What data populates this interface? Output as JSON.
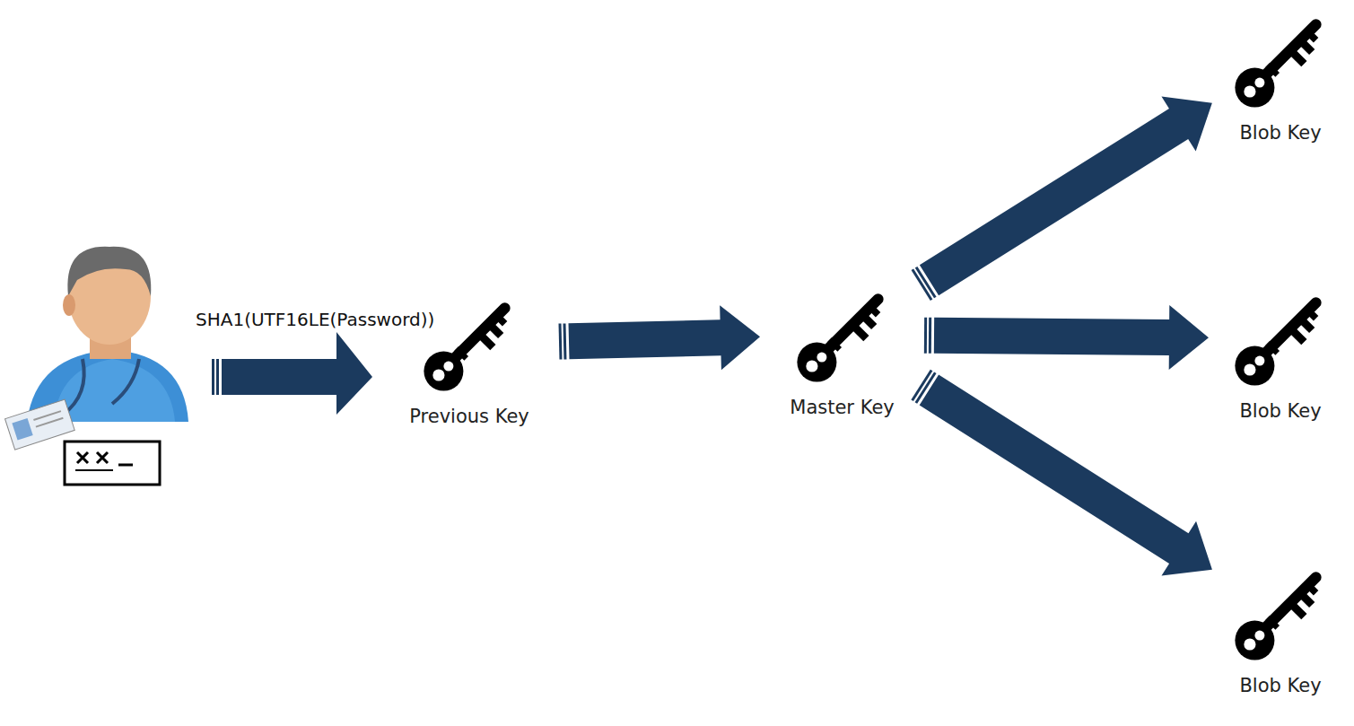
{
  "diagram": {
    "nodes": [
      {
        "text": [
          "Previous Key"
        ]
      },
      {
        "text": [
          "Master Key"
        ]
      },
      {
        "text": [
          "Blob Key"
        ]
      },
      {
        "text": [
          "Blob Key"
        ]
      },
      {
        "text": [
          "Blob Key"
        ]
      }
    ],
    "edges": [
      {
        "from": 0,
        "to": 1,
        "arrow": "to"
      },
      {
        "from": 1,
        "to": 2,
        "arrow": "to"
      },
      {
        "from": 1,
        "to": 3,
        "arrow": "to"
      },
      {
        "from": 1,
        "to": 4,
        "arrow": "to"
      }
    ],
    "labels": [
      "SHA1(UTF16LE(Password))"
    ]
  }
}
